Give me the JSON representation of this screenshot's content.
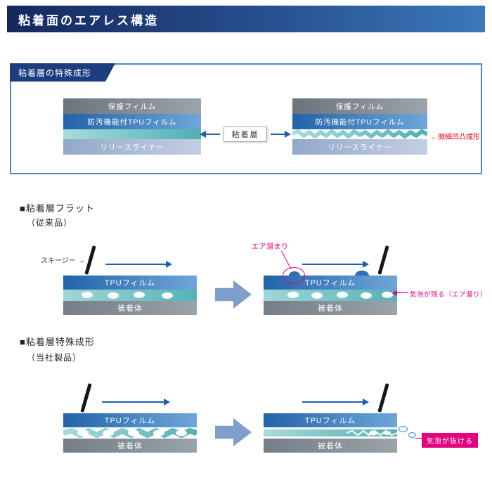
{
  "page": {
    "title": "粘着面のエアレス構造"
  },
  "panel": {
    "label": "粘着層の特殊成形",
    "stack_left": {
      "protect": "保護フィルム",
      "tpu": "防汚機能付TPUフィルム",
      "release": "リリースライナー"
    },
    "stack_right": {
      "protect": "保護フィルム",
      "tpu": "防汚機能付TPUフィルム",
      "release": "リリースライナー"
    },
    "center_label": "粘着層",
    "texture_note": "←微細凹凸成形"
  },
  "flat_section": {
    "title": "■粘着層フラット",
    "subtitle": "（従来品）",
    "squeegee_label": "スキージー →",
    "before": {
      "tpu": "TPUフィルム",
      "substrate": "被着体"
    },
    "after": {
      "tpu": "TPUフィルム",
      "substrate": "被着体",
      "air_pocket_label": "エア溜まり",
      "note": "気泡が残る（エア溜り）"
    }
  },
  "formed_section": {
    "title": "■粘着層特殊成形",
    "subtitle": "（当社製品）",
    "before": {
      "tpu": "TPUフィルム",
      "substrate": "被着体"
    },
    "after": {
      "tpu": "TPUフィルム",
      "substrate": "被着体",
      "note": "気泡が抜ける"
    }
  },
  "colors": {
    "header_gradient_start": "#15285e",
    "header_gradient_end": "#3b78ba",
    "panel_border": "#4e86c6",
    "panel_label_bg": "#1c3e7e",
    "tpu_blue": "#2263a8",
    "adhesive_teal": "#4fb0b4",
    "substrate_gray": "#7a828a",
    "motion_arrow_blue": "#1f5fae",
    "big_arrow_blue": "#7f9ec9",
    "accent_magenta": "#e5007f",
    "accent_red": "#e60012"
  }
}
